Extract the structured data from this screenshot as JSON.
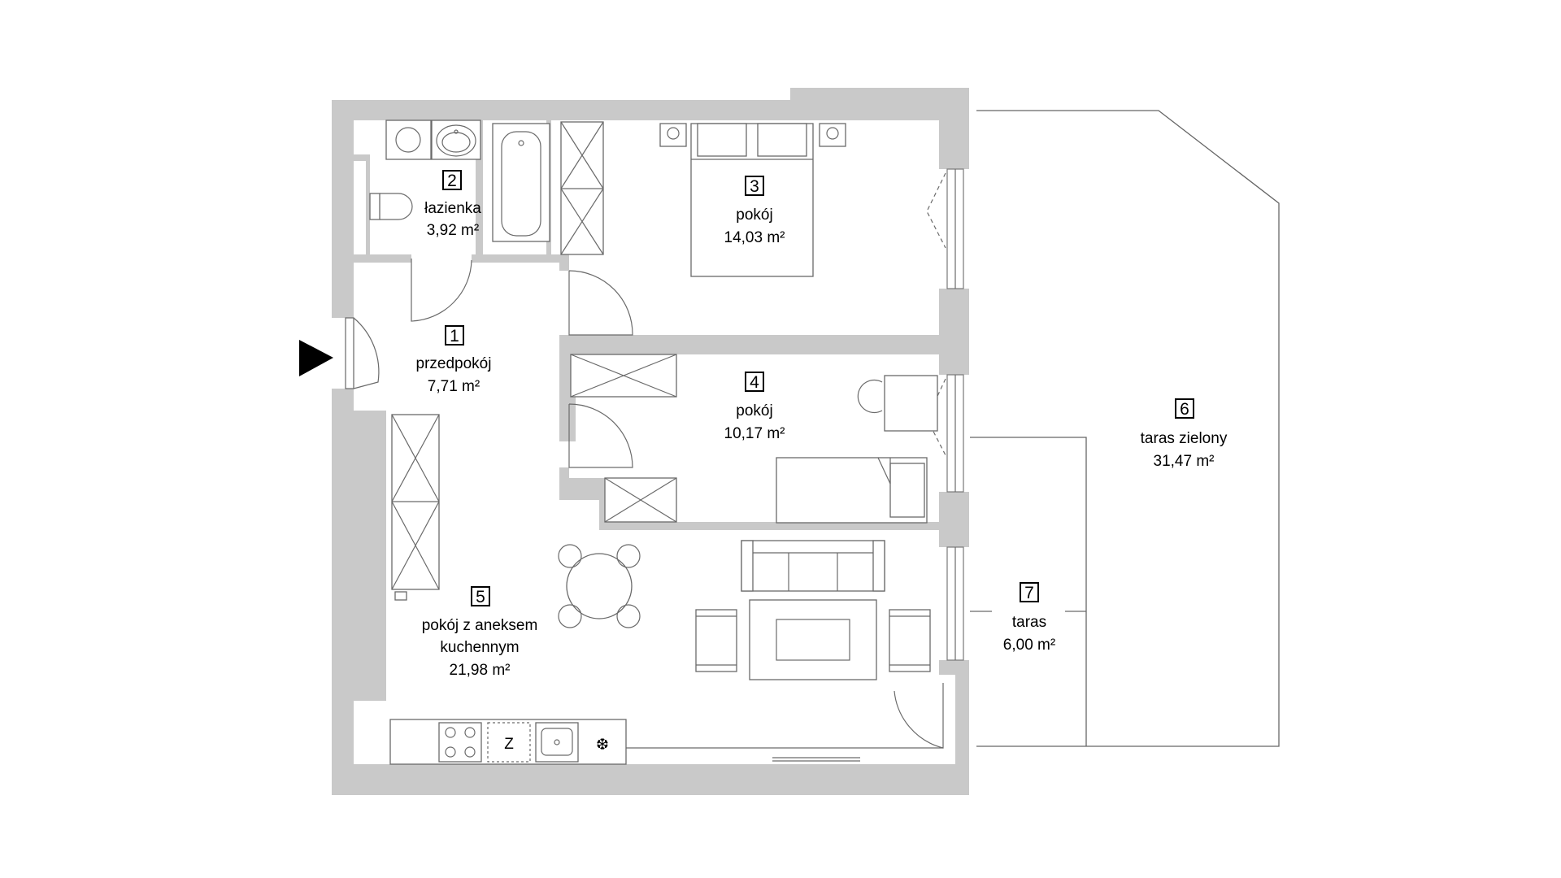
{
  "entrance_marker": "entrance-arrow",
  "rooms": [
    {
      "number": "1",
      "name_lines": [
        "przedpokój"
      ],
      "area": "7,71 m²"
    },
    {
      "number": "2",
      "name_lines": [
        "łazienka"
      ],
      "area": "3,92 m²"
    },
    {
      "number": "3",
      "name_lines": [
        "pokój"
      ],
      "area": "14,03 m²"
    },
    {
      "number": "4",
      "name_lines": [
        "pokój"
      ],
      "area": "10,17 m²"
    },
    {
      "number": "5",
      "name_lines": [
        "pokój z aneksem",
        "kuchennym"
      ],
      "area": "21,98 m²"
    },
    {
      "number": "6",
      "name_lines": [
        "taras zielony"
      ],
      "area": "31,47 m²"
    },
    {
      "number": "7",
      "name_lines": [
        "taras"
      ],
      "area": "6,00 m²"
    }
  ],
  "appliances": {
    "fridge_letter": "Z",
    "freezer_symbol": "❆"
  },
  "colors": {
    "wall": "#c9c9c9",
    "lines": "#555555",
    "background": "#ffffff"
  }
}
